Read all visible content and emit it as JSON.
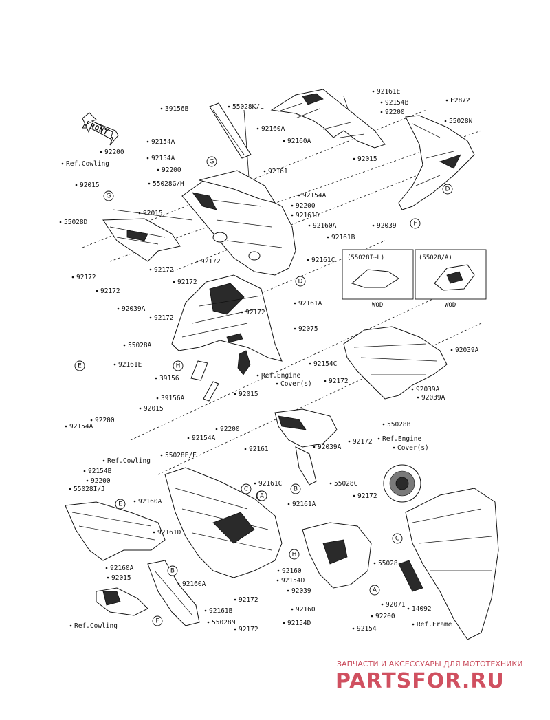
{
  "diagram_code": "F2872",
  "front_arrow": "FRONT",
  "watermark": {
    "line1": "ЗАПЧАСТИ И АКСЕССУАРЫ ДЛЯ МОТОТЕХНИКИ",
    "line2": "PARTSFOR.RU",
    "color": "#d05060"
  },
  "inset_boxes": [
    {
      "header": "(55028I~L)",
      "footer": "WOD"
    },
    {
      "header": "(55028/A)",
      "footer": "WOD"
    }
  ],
  "callout_letters": [
    "G",
    "G",
    "D",
    "F",
    "D",
    "E",
    "H",
    "C",
    "A",
    "B",
    "E",
    "B",
    "F",
    "A",
    "H",
    "C",
    "A"
  ],
  "labels": [
    "92161E",
    "92154B",
    "92200",
    "55028K/L",
    "F2872",
    "55028N",
    "39156B",
    "92160A",
    "92160A",
    "92015",
    "92154A",
    "92200",
    "92154A",
    "92200",
    "Ref.Cowling",
    "92015",
    "55028G/H",
    "92161",
    "92154A",
    "92200",
    "92161D",
    "92160A",
    "92039",
    "92015",
    "55028D",
    "92161B",
    "92172",
    "92161C",
    "92172",
    "92172",
    "92172",
    "92161A",
    "92172",
    "92172",
    "92039A",
    "92172",
    "55028A",
    "92075",
    "92154C",
    "92161E",
    "39156",
    "Ref.Engine",
    "Cover(s)",
    "92039A",
    "92172",
    "92015",
    "39156A",
    "92039A",
    "92039A",
    "92015",
    "92154A",
    "92200",
    "55028B",
    "Ref.Cowling",
    "92154A",
    "92200",
    "92172",
    "92039A",
    "55028E/F",
    "92161",
    "Ref.Engine",
    "Cover(s)",
    "92154B",
    "92200",
    "92161C",
    "92161A",
    "55028C",
    "55028I/J",
    "92160A",
    "92172",
    "92161D",
    "92160",
    "55028",
    "92160A",
    "92154D",
    "92015",
    "92160A",
    "92039",
    "92071",
    "14092",
    "Ref.Cowling",
    "92161B",
    "92172",
    "92160",
    "55028M",
    "92172",
    "92154D",
    "92154",
    "92200",
    "Ref.Frame"
  ]
}
